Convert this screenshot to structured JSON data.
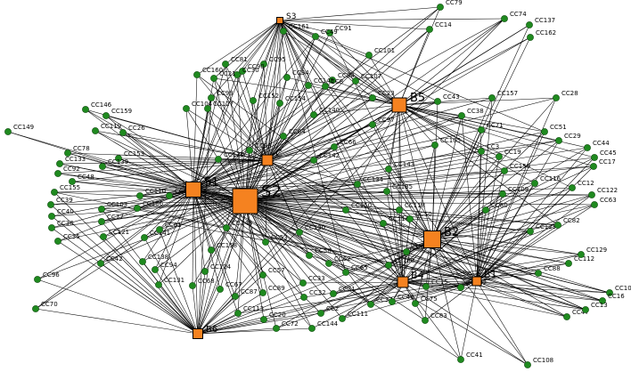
{
  "colors": {
    "hub": "#f58220",
    "node": "#1f8a1f",
    "edge": "#000000"
  },
  "hubs": [
    {
      "id": "S3"
    },
    {
      "id": "B5"
    },
    {
      "id": "S1"
    },
    {
      "id": "S2"
    },
    {
      "id": "B2"
    },
    {
      "id": "B4"
    },
    {
      "id": "B1"
    },
    {
      "id": "B6"
    },
    {
      "id": "C"
    }
  ],
  "nodes": [
    "CC161",
    "CC79",
    "CC14",
    "CC91",
    "CC49",
    "CC74",
    "CC137",
    "CC162",
    "CC101",
    "CC81",
    "CC95",
    "CC90",
    "CC30",
    "CC21",
    "CC160",
    "CC84",
    "CC107",
    "CC34",
    "CC145",
    "CC157",
    "CC28",
    "CC43",
    "CC146",
    "CC159",
    "CC104",
    "CC127",
    "CC93",
    "CC152",
    "CC154",
    "CC8",
    "CC23",
    "CC38",
    "CC149",
    "CC119",
    "CC26",
    "CC140",
    "CC97",
    "CC71",
    "CC51",
    "CC29",
    "CC44",
    "CC45",
    "CC17",
    "CC78",
    "CC153",
    "CC139",
    "CC133",
    "CC92",
    "CC48",
    "CC120",
    "CC98",
    "CC142",
    "CC64",
    "CC66",
    "CC105",
    "CC3",
    "CC19",
    "CC156",
    "CC116",
    "CC109",
    "CC12",
    "CC122",
    "CC63",
    "CC155",
    "CC39",
    "CC40",
    "CC36",
    "CC35",
    "CC103",
    "CC77",
    "CC110",
    "CC151",
    "CC106",
    "CC121",
    "CC141",
    "CC61",
    "CC118",
    "CC143",
    "CC135",
    "CC134",
    "CC150",
    "CC114",
    "CC50",
    "CC80",
    "CC123",
    "CC82",
    "CC96",
    "CC42",
    "CC138",
    "CC94",
    "CC131",
    "CC70",
    "CC148",
    "CC158",
    "CC124",
    "CC68",
    "CC67",
    "CC87",
    "CC89",
    "CC57",
    "CC53",
    "CC130",
    "CC58",
    "CC33",
    "CC62",
    "CC65",
    "CC100",
    "CC6",
    "CC32",
    "CC31",
    "CC113",
    "CC20",
    "CC72",
    "CC144",
    "CC2",
    "CC111",
    "CC37",
    "CC46",
    "CC75",
    "CC15",
    "CC102",
    "CC83",
    "CC41",
    "CC108",
    "CC88",
    "CC112",
    "CC129",
    "CC10",
    "CC16",
    "CC47",
    "CC13"
  ]
}
